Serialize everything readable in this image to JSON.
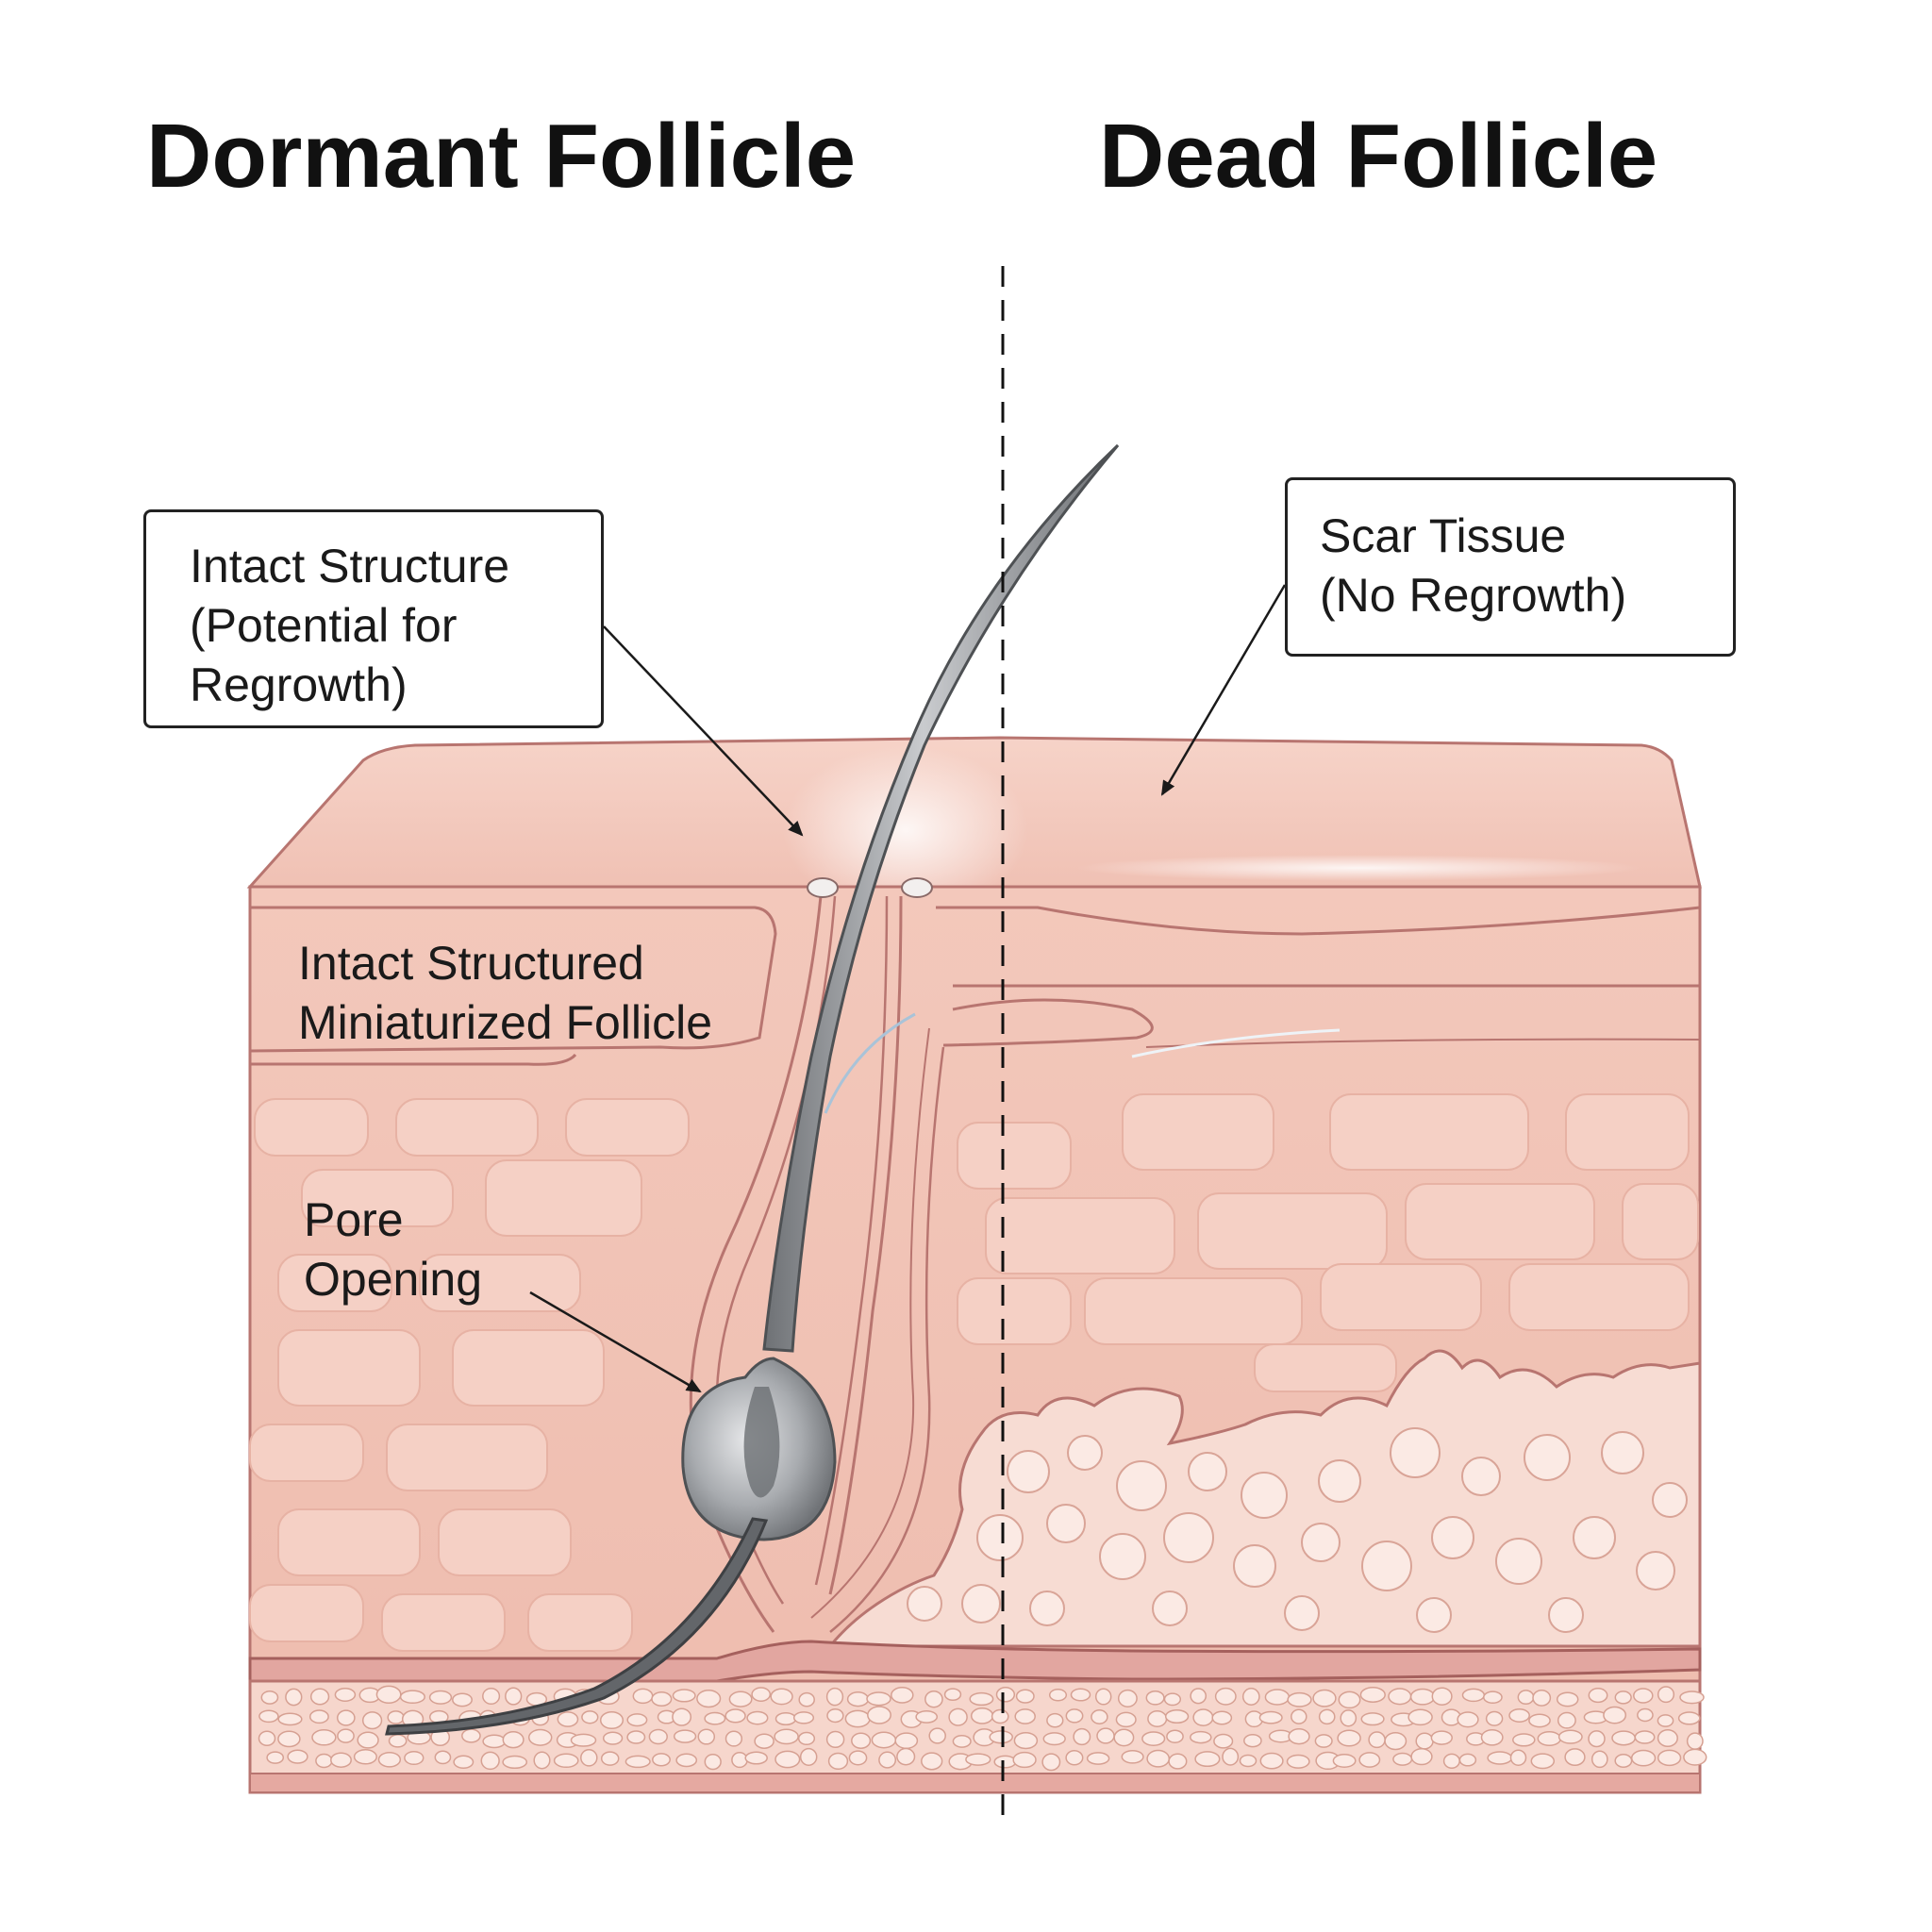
{
  "titles": {
    "left": "Dormant Follicle",
    "right": "Dead Follicle"
  },
  "callouts": {
    "intact_structure": [
      "Intact Structure",
      "(Potential for",
      "Regrowth)"
    ],
    "scar_tissue": [
      "Scar Tissue",
      "(No Regrowth)"
    ]
  },
  "labels": {
    "miniaturized": [
      "Intact Structured",
      "Miniaturized Follicle"
    ],
    "pore": [
      "Pore",
      "Opening"
    ]
  },
  "colors": {
    "skin_top": "#f3c9bd",
    "skin_body": "#f2c4b6",
    "skin_outline": "#b87570",
    "scar": "#f7dcd3",
    "fat": "#f6d6cc",
    "hair": "#8c8f93",
    "hair_dark": "#55585c"
  }
}
